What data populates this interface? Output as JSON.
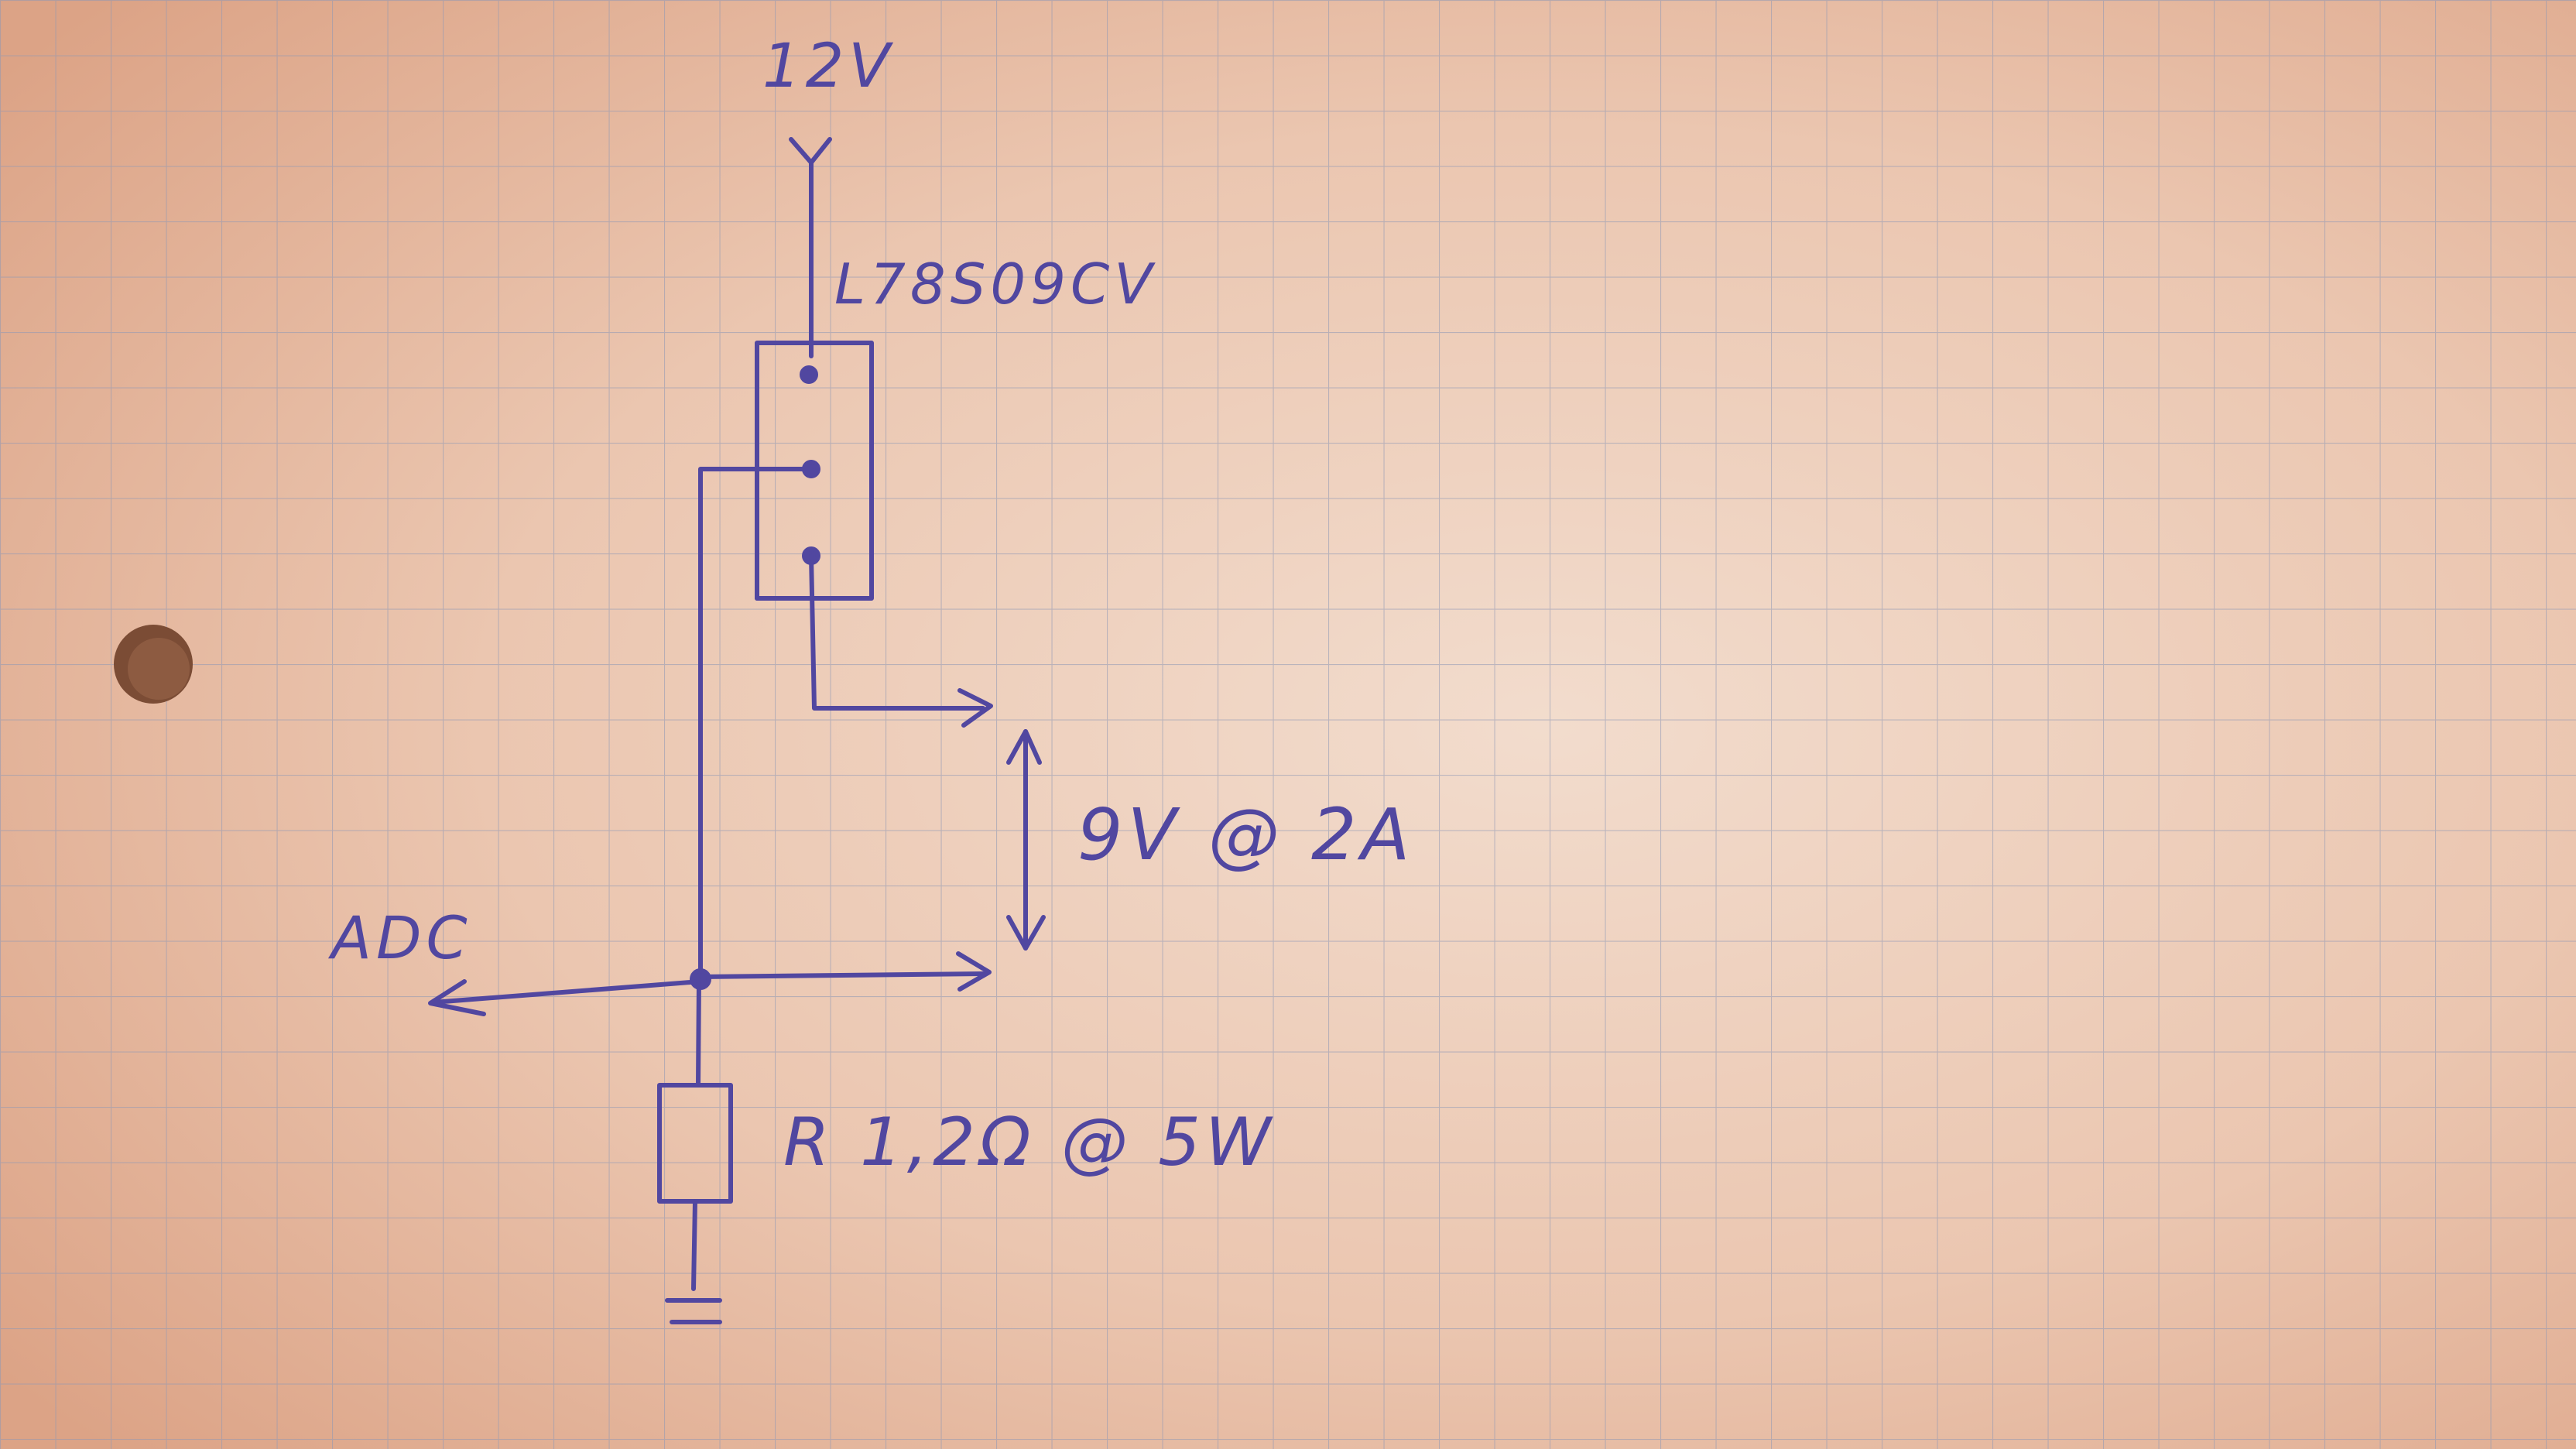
{
  "diagram": {
    "labels": {
      "supply": "12V",
      "regulator": "L78S09CV",
      "output": "9V @ 2A",
      "adc": "ADC",
      "resistor": "R 1,2Ω @ 5W"
    },
    "colors": {
      "ink": "#5147a0",
      "paper_light": "#f0d5c3",
      "paper_dark": "#dfa98a",
      "grid": "#8a94b3",
      "hole": "#7a4a33"
    }
  }
}
